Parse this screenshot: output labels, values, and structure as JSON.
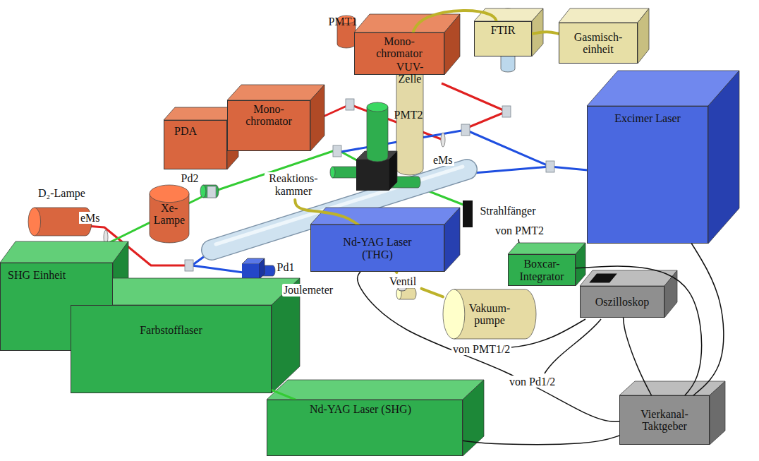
{
  "diagram": {
    "nodes": [
      {
        "text": [
          "PMT1"
        ]
      },
      {
        "text": [
          "Mono- chromator"
        ]
      },
      {
        "text": [
          "FTIR"
        ]
      },
      {
        "text": [
          "Gasmisch- einheit"
        ]
      },
      {
        "text": [
          "VUV- Zelle"
        ]
      },
      {
        "text": [
          "Excimer Laser"
        ]
      },
      {
        "text": [
          "Mono- chromator"
        ]
      },
      {
        "text": [
          "PDA"
        ]
      },
      {
        "text": [
          "PMT2"
        ]
      },
      {
        "text": [
          "Pd2"
        ]
      },
      {
        "text": [
          "D₂-Lampe"
        ]
      },
      {
        "text": [
          "Xe-Lampe"
        ]
      },
      {
        "text": [
          "Reaktions- kammer"
        ]
      },
      {
        "text": [
          "Strahlfänger"
        ]
      },
      {
        "text": [
          "Nd-YAG Laser (THG)"
        ]
      },
      {
        "text": [
          "SHG Einheit"
        ]
      },
      {
        "text": [
          "Pd1"
        ]
      },
      {
        "text": [
          "Joulemeter"
        ]
      },
      {
        "text": [
          "Boxcar- Integrator"
        ]
      },
      {
        "text": [
          "Ventil"
        ]
      },
      {
        "text": [
          "Vakuum- pumpe"
        ]
      },
      {
        "text": [
          "Oszilloskop"
        ]
      },
      {
        "text": [
          "Farbstofflaser"
        ]
      },
      {
        "text": [
          "Nd-YAG Laser (SHG)"
        ]
      },
      {
        "text": [
          "Vierkanal- Taktgeber"
        ]
      }
    ],
    "edges": [
      {
        "from": 3,
        "to": 2,
        "arrow": "none"
      },
      {
        "from": 4,
        "to": 2,
        "arrow": "none"
      },
      {
        "from": 12,
        "to": 19,
        "arrow": "none"
      },
      {
        "from": 19,
        "to": 20,
        "arrow": "none"
      },
      {
        "from": 24,
        "to": 5,
        "arrow": "none"
      },
      {
        "from": 24,
        "to": 14,
        "arrow": "none"
      },
      {
        "from": 24,
        "to": 23,
        "arrow": "none"
      },
      {
        "from": 24,
        "to": 21,
        "arrow": "none"
      },
      {
        "from": 24,
        "to": 18,
        "arrow": "none"
      },
      {
        "from": 23,
        "to": 22,
        "arrow": "none"
      }
    ],
    "labels": [
      "eMs",
      "eMs",
      "von PMT2",
      "von PMT1/2",
      "von Pd1/2"
    ]
  }
}
